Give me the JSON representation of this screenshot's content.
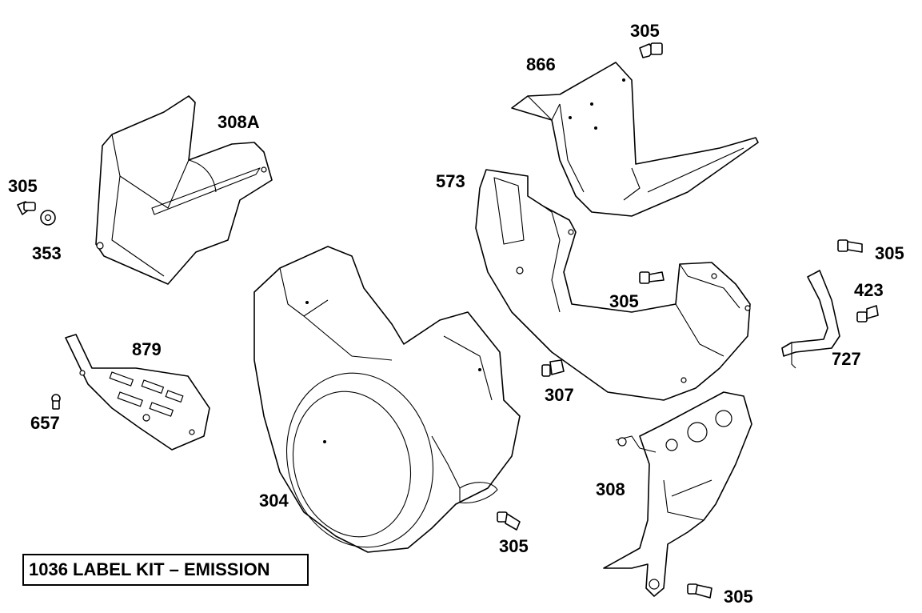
{
  "callouts": {
    "c305_top": "305",
    "c866": "866",
    "c308A": "308A",
    "c305_left": "305",
    "c353": "353",
    "c573": "573",
    "c305_right": "305",
    "c423": "423",
    "c305_mid": "305",
    "c727": "727",
    "c879": "879",
    "c307": "307",
    "c657": "657",
    "c308": "308",
    "c304": "304",
    "c305_bottom": "305",
    "c305_br": "305"
  },
  "kit_label": "1036 LABEL KIT – EMISSION"
}
